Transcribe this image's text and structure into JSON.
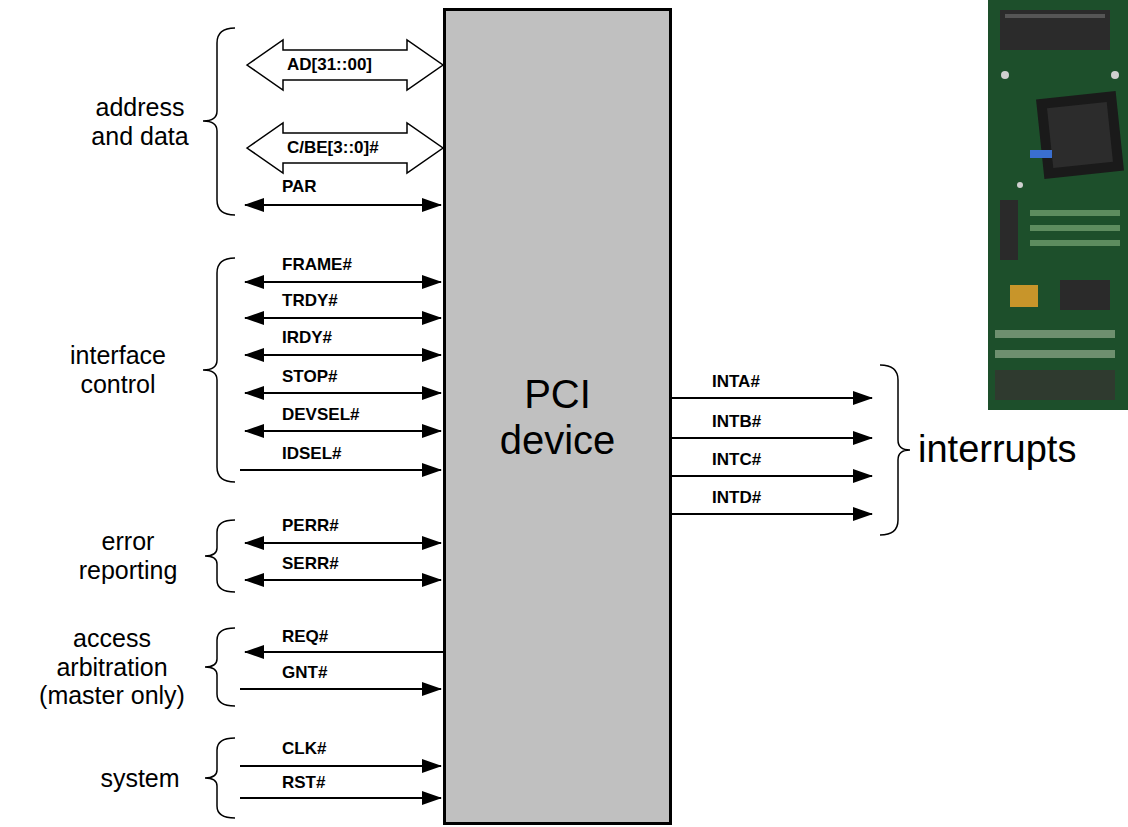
{
  "diagram": {
    "nodes": [
      {
        "text": [
          "PCI device"
        ]
      }
    ],
    "labels": [
      "address and data",
      "AD[31::00]",
      "C/BE[3::0]#",
      "PAR",
      "interface control",
      "FRAME#",
      "TRDY#",
      "IRDY#",
      "STOP#",
      "DEVSEL#",
      "IDSEL#",
      "error reporting",
      "PERR#",
      "SERR#",
      "access arbitration (master only)",
      "REQ#",
      "GNT#",
      "system",
      "CLK#",
      "RST#",
      "INTA#",
      "INTB#",
      "INTC#",
      "INTD#",
      "interrupts"
    ]
  }
}
